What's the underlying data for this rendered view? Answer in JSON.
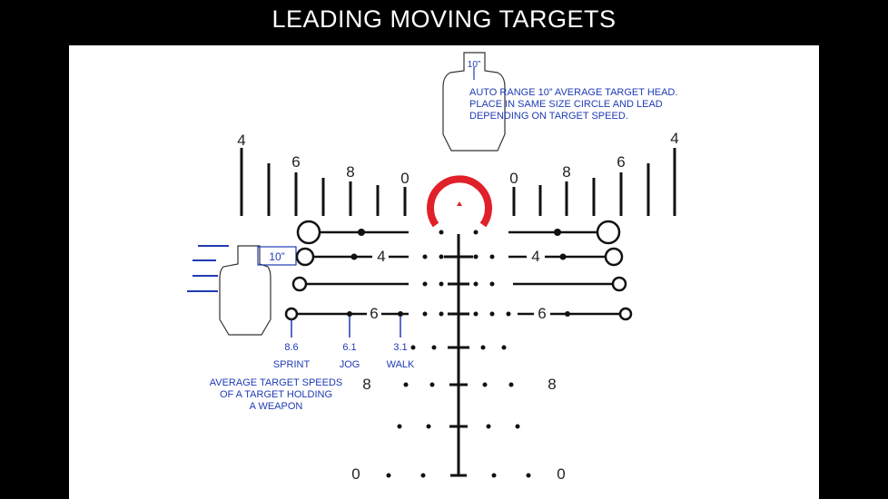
{
  "title": "LEADING MOVING TARGETS",
  "notes": {
    "auto_range": "AUTO RANGE 10” AVERAGE TARGET HEAD.\nPLACE IN SAME SIZE CIRCLE AND LEAD\nDEPENDING ON TARGET SPEED.",
    "avg_speeds": "AVERAGE TARGET SPEEDS\nOF A TARGET HOLDING\nA WEAPON"
  },
  "head_size_label_top": "10”",
  "head_size_label_left": "10”",
  "speeds": [
    {
      "value": "8.6",
      "label": "SPRINT"
    },
    {
      "value": "6.1",
      "label": "JOG"
    },
    {
      "value": "3.1",
      "label": "WALK"
    }
  ],
  "range_numbers": {
    "top_left": [
      "4",
      "6",
      "8",
      "0"
    ],
    "top_right": [
      "0",
      "8",
      "6",
      "4"
    ],
    "row4_left": "4",
    "row4_right": "4",
    "row6_left": "6",
    "row6_right": "6",
    "row8_left": "8",
    "row8_right": "8",
    "bottom_left": "0",
    "bottom_right": "0"
  },
  "colors": {
    "background": "#000000",
    "panel": "#ffffff",
    "annotation": "#1f3bb3",
    "reticle": "#111111",
    "circle": "#e0202a"
  }
}
